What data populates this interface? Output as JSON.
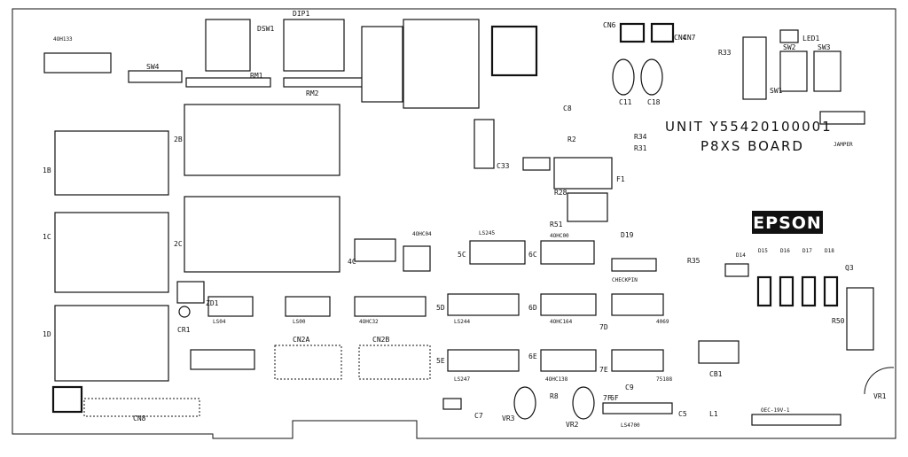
{
  "board": {
    "unit_label": "UNIT Y55420100001",
    "board_name": "P8XS BOARD",
    "brand": "EPSON",
    "jumper_label": "JAMPER",
    "check_pin_label": "CHECKPIN",
    "model_code": "OEC-19V-1"
  },
  "labels": [
    {
      "key": "dsw1",
      "text": "DSW1"
    },
    {
      "key": "dip1",
      "text": "DIP1"
    },
    {
      "key": "sw4",
      "text": "SW4"
    },
    {
      "key": "rm1",
      "text": "RM1"
    },
    {
      "key": "rm2",
      "text": "RM2"
    },
    {
      "key": "sw1",
      "text": "SW1"
    },
    {
      "key": "sw2",
      "text": "SW2"
    },
    {
      "key": "sw3",
      "text": "SW3"
    },
    {
      "key": "led1",
      "text": "LED1"
    },
    {
      "key": "cn7",
      "text": "CN7"
    },
    {
      "key": "r33",
      "text": "R33"
    },
    {
      "key": "cn6",
      "text": "CN6"
    },
    {
      "key": "cn4",
      "text": "CN4"
    },
    {
      "key": "cn8",
      "text": "CN8"
    },
    {
      "key": "cn2a",
      "text": "CN2A"
    },
    {
      "key": "cn2b",
      "text": "CN2B"
    },
    {
      "key": "cr1",
      "text": "CR1"
    },
    {
      "key": "zd1",
      "text": "ZD1"
    },
    {
      "key": "f1",
      "text": "F1"
    },
    {
      "key": "r28",
      "text": "R28"
    },
    {
      "key": "r51",
      "text": "R51"
    },
    {
      "key": "r35",
      "text": "R35"
    },
    {
      "key": "r50",
      "text": "R50"
    },
    {
      "key": "vr1",
      "text": "VR1"
    },
    {
      "key": "vr2",
      "text": "VR2"
    },
    {
      "key": "vr3",
      "text": "VR3"
    },
    {
      "key": "cb1",
      "text": "CB1"
    },
    {
      "key": "c33",
      "text": "C33"
    },
    {
      "key": "c11",
      "text": "C11"
    },
    {
      "key": "c18",
      "text": "C18"
    },
    {
      "key": "c9",
      "text": "C9"
    },
    {
      "key": "c5",
      "text": "C5"
    },
    {
      "key": "c7",
      "text": "C7"
    },
    {
      "key": "q3",
      "text": "Q3"
    },
    {
      "key": "d19",
      "text": "D19"
    },
    {
      "key": "d14",
      "text": "D14"
    },
    {
      "key": "d15",
      "text": "D15"
    },
    {
      "key": "d16",
      "text": "D16"
    },
    {
      "key": "d17",
      "text": "D17"
    },
    {
      "key": "d18",
      "text": "D18"
    },
    {
      "key": "r31",
      "text": "R31"
    },
    {
      "key": "r34",
      "text": "R34"
    },
    {
      "key": "r2",
      "text": "R2"
    },
    {
      "key": "c8",
      "text": "C8"
    },
    {
      "key": "r8",
      "text": "R8"
    },
    {
      "key": "l1",
      "text": "L1"
    },
    {
      "key": "ic_6f",
      "text": "6F"
    },
    {
      "key": "ic_7f",
      "text": "7F"
    },
    {
      "key": "ic_7e",
      "text": "7E"
    },
    {
      "key": "ic_7d",
      "text": "7D"
    },
    {
      "key": "ic_6e",
      "text": "6E"
    },
    {
      "key": "ic_6d",
      "text": "6D"
    },
    {
      "key": "ic_5e",
      "text": "5E"
    },
    {
      "key": "ic_5d",
      "text": "5D"
    },
    {
      "key": "ic_5c",
      "text": "5C"
    },
    {
      "key": "ic_6c",
      "text": "6C"
    },
    {
      "key": "ic_4c",
      "text": "4C"
    },
    {
      "key": "ic_2c",
      "text": "2C"
    },
    {
      "key": "ic_2b",
      "text": "2B"
    },
    {
      "key": "ic_1c",
      "text": "1C"
    },
    {
      "key": "ic_1d",
      "text": "1D"
    },
    {
      "key": "ic_1b",
      "text": "1B"
    },
    {
      "key": "ls04",
      "text": "LS04"
    },
    {
      "key": "ls00",
      "text": "LS00"
    },
    {
      "key": "hc32",
      "text": "4OHC32"
    },
    {
      "key": "hc04",
      "text": "4OHC04"
    },
    {
      "key": "hc164",
      "text": "4OHC164"
    },
    {
      "key": "hc00",
      "text": "4OHC00"
    },
    {
      "key": "ls244",
      "text": "LS244"
    },
    {
      "key": "ls247",
      "text": "LS247"
    },
    {
      "key": "hc138",
      "text": "4OHC138"
    },
    {
      "key": "ic4069",
      "text": "4069"
    },
    {
      "key": "hc133",
      "text": "4OH133"
    },
    {
      "key": "ls245",
      "text": "LS245"
    },
    {
      "key": "ic75188",
      "text": "75188"
    },
    {
      "key": "ls4700",
      "text": "LS4700"
    }
  ]
}
